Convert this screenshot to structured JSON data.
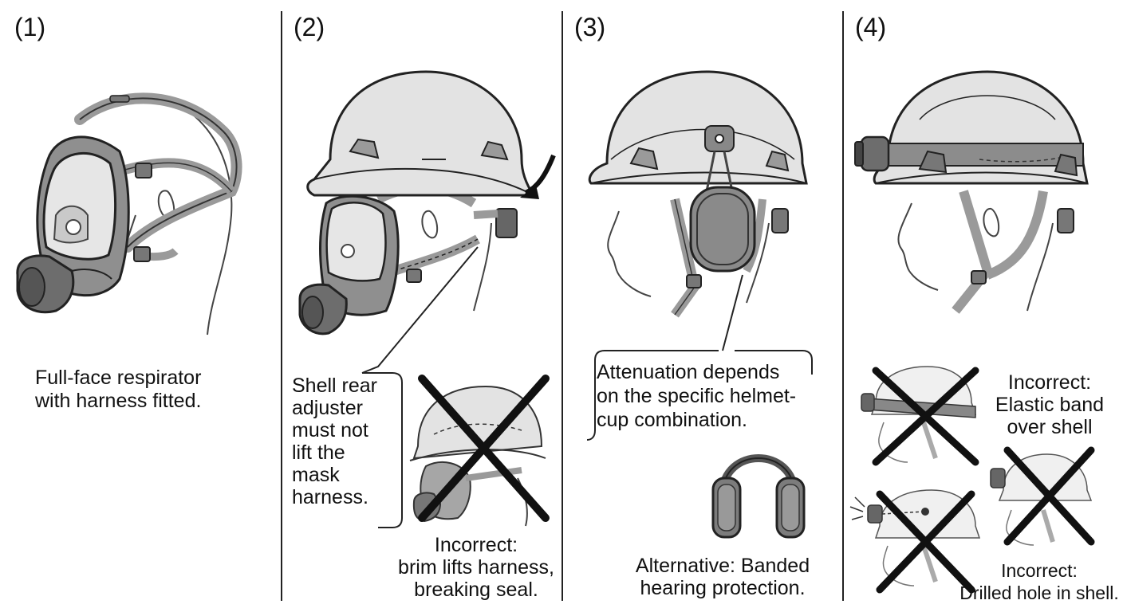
{
  "panels": [
    {
      "number": "(1)",
      "caption": [
        "Full-face respirator",
        "with harness fitted."
      ]
    },
    {
      "number": "(2)",
      "note": [
        "Shell rear",
        "adjuster",
        "must not",
        "lift the",
        "mask",
        "harness."
      ],
      "incorrect": [
        "Incorrect:",
        "brim lifts harness,",
        "breaking seal."
      ]
    },
    {
      "number": "(3)",
      "note": [
        "Attenuation depends",
        "on the specific helmet-",
        "cup combination."
      ],
      "alternative": [
        "Alternative: Banded",
        "hearing protection."
      ]
    },
    {
      "number": "(4)",
      "incorrect_elastic": [
        "Incorrect:",
        "Elastic band",
        "over shell"
      ],
      "incorrect_drilled": [
        "Incorrect:",
        "Drilled hole in shell."
      ]
    }
  ],
  "colors": {
    "line": "#222222",
    "shell": "#e3e3e3",
    "strap": "#9a9a9a",
    "dark": "#555555",
    "cross": "#111111"
  }
}
